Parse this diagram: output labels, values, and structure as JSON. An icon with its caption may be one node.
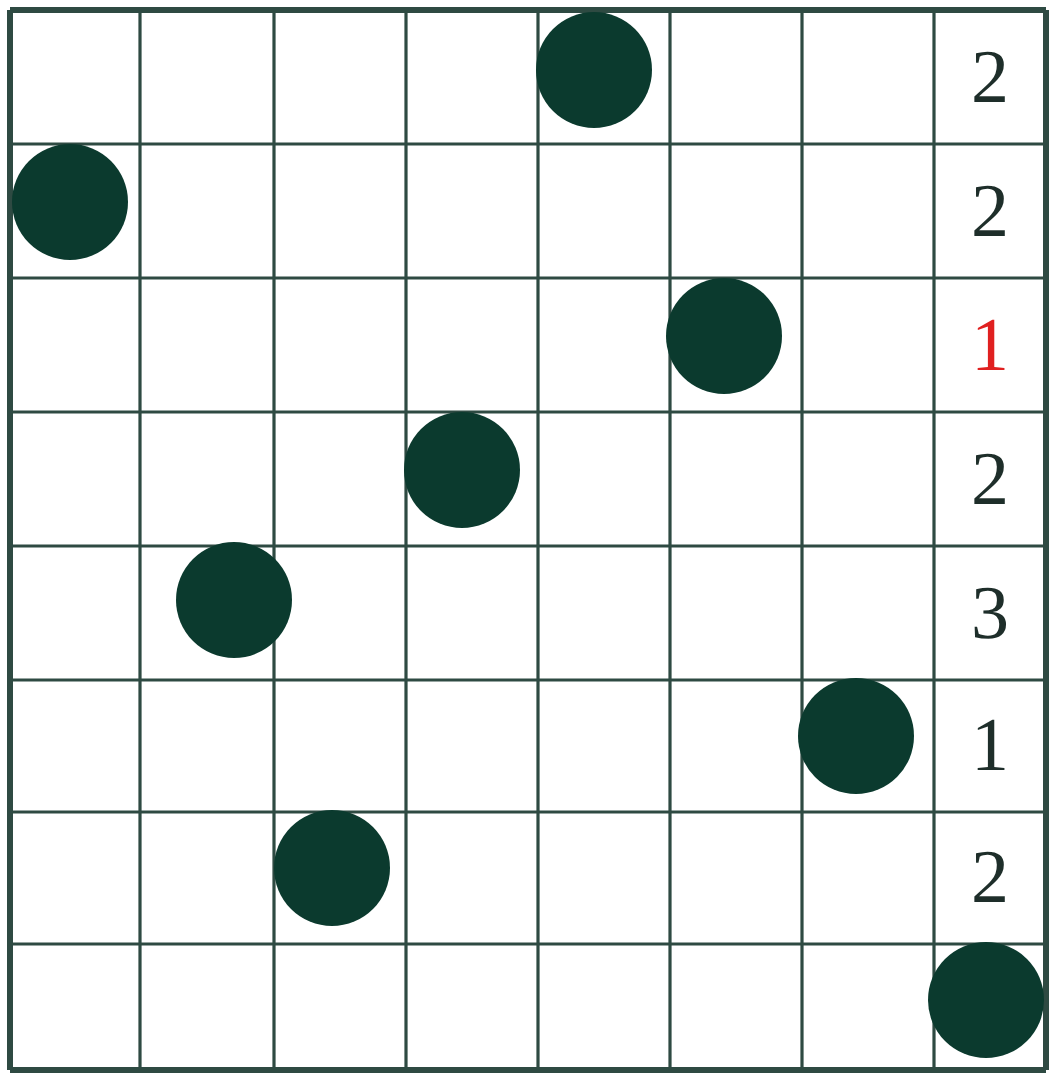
{
  "diagram": {
    "nodes": [
      {
        "text": [],
        "shape": "circle"
      },
      {
        "text": [],
        "shape": "circle"
      },
      {
        "text": [],
        "shape": "circle"
      },
      {
        "text": [],
        "shape": "circle"
      },
      {
        "text": [],
        "shape": "circle"
      },
      {
        "text": [],
        "shape": "circle"
      },
      {
        "text": [],
        "shape": "circle"
      },
      {
        "text": [],
        "shape": "circle"
      }
    ],
    "labels": [
      "2",
      "2",
      "1",
      "2",
      "3",
      "1",
      "2"
    ]
  }
}
